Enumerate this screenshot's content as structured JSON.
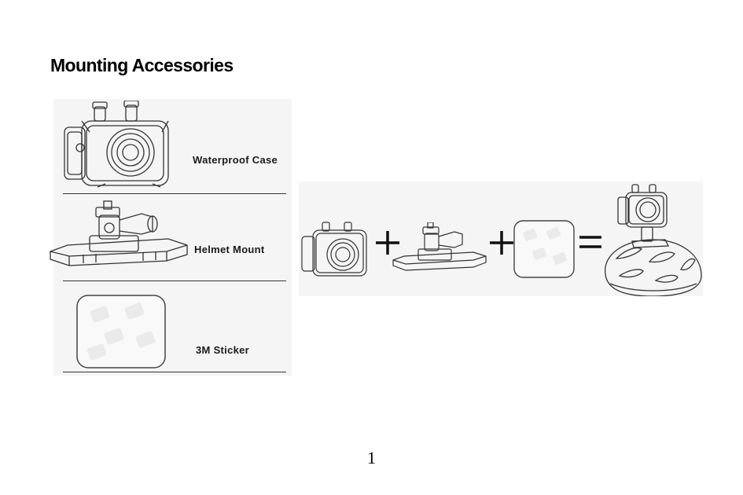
{
  "page": {
    "title": "Mounting Accessories",
    "page_number": "1"
  },
  "accessories": [
    {
      "label": "Waterproof Case",
      "icon": "waterproof-case-icon"
    },
    {
      "label": "Helmet Mount",
      "icon": "helmet-mount-icon"
    },
    {
      "label": "3M Sticker",
      "icon": "sticker-icon"
    }
  ],
  "equation": {
    "items": [
      "waterproof-case-icon",
      "plus-icon",
      "helmet-mount-icon",
      "plus-icon",
      "sticker-icon",
      "equals-icon",
      "helmet-with-camera-icon"
    ]
  }
}
